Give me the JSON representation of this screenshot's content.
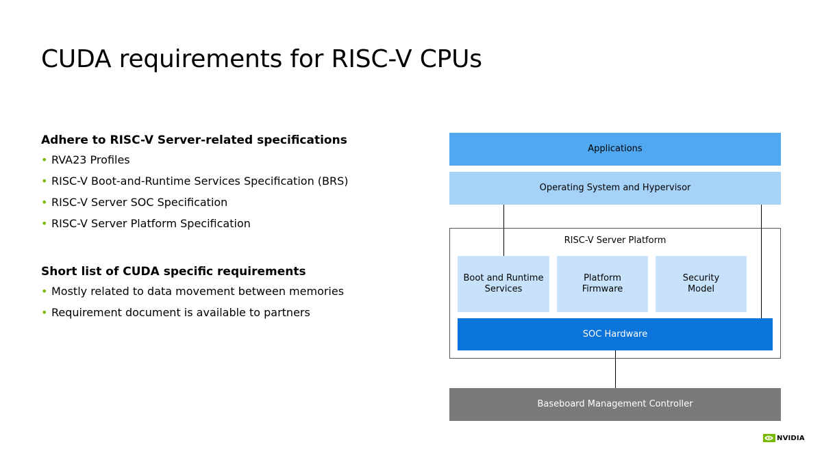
{
  "slide": {
    "title": "CUDA requirements for RISC-V CPUs"
  },
  "theme": {
    "accent_color": "#76B900",
    "applications_color": "#4FA8F0",
    "os_color": "#A6D2F8",
    "platform_item_color": "#C8E2FB",
    "soc_color": "#0A74DA",
    "bmc_color": "#7A7A7A"
  },
  "sections": [
    {
      "heading": "Adhere to RISC-V Server-related specifications",
      "items": [
        "RVA23 Profiles",
        "RISC-V Boot-and-Runtime Services Specification (BRS)",
        "RISC-V Server SOC Specification",
        "RISC-V Server Platform Specification"
      ]
    },
    {
      "heading": "Short list of CUDA specific requirements",
      "items": [
        "Mostly related to data movement between memories",
        "Requirement document is available to partners"
      ]
    }
  ],
  "diagram": {
    "applications": "Applications",
    "os": "Operating System and Hypervisor",
    "platform": {
      "label": "RISC-V Server Platform",
      "boot_line1": "Boot and Runtime",
      "boot_line2": "Services",
      "firmware_line1": "Platform",
      "firmware_line2": "Firmware",
      "security_line1": "Security",
      "security_line2": "Model",
      "soc": "SOC Hardware"
    },
    "bmc": "Baseboard Management Controller"
  },
  "logo": {
    "icon": "nvidia-eye-icon",
    "text": "NVIDIA"
  }
}
